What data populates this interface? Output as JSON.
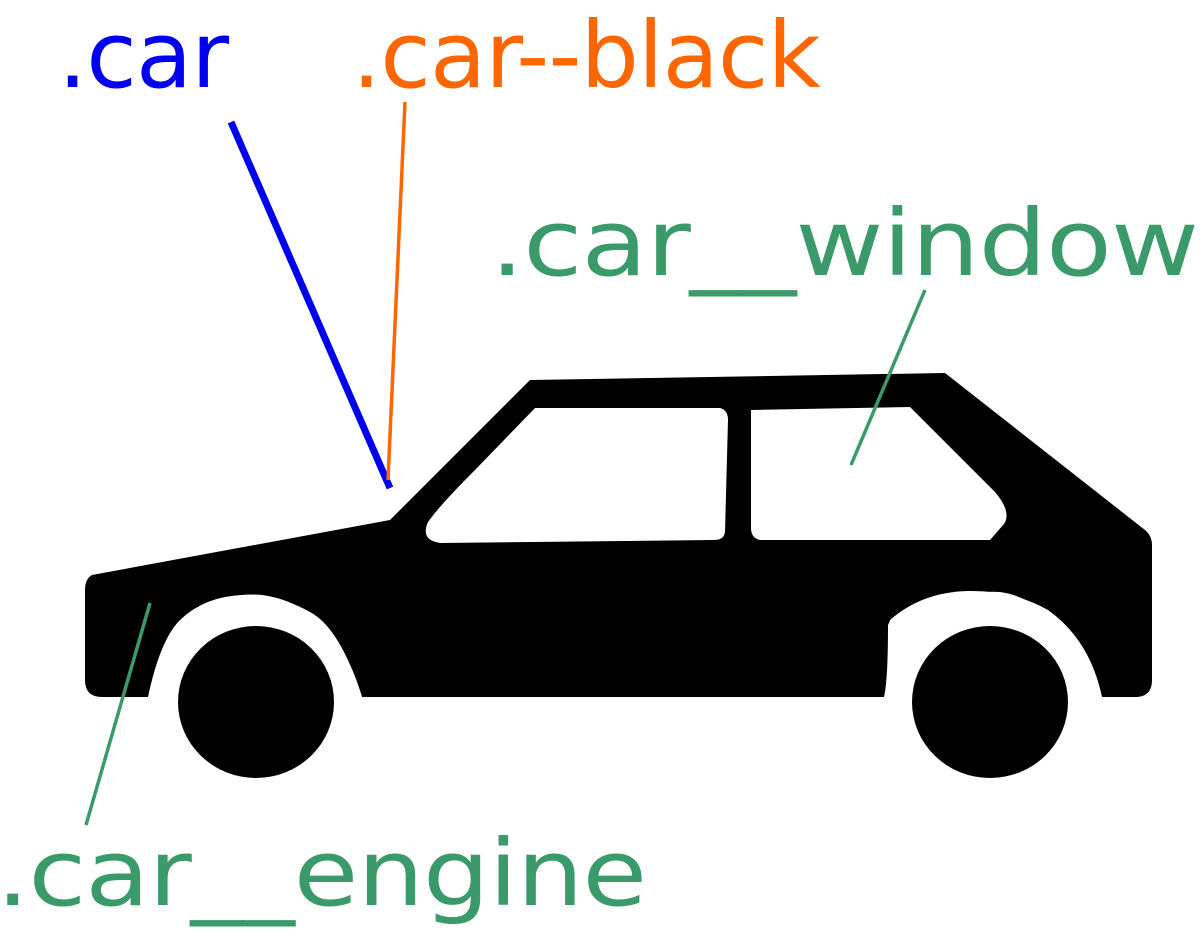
{
  "labels": {
    "car": ".car",
    "car_black": ".car--black",
    "car_window": ".car__window",
    "car_engine": ".car__engine"
  },
  "colors": {
    "block": "#0000ee",
    "modifier": "#ff6600",
    "element": "#3a9a6a",
    "car_body": "#000000",
    "background": "#ffffff"
  },
  "icons": {
    "car": "car-icon"
  }
}
